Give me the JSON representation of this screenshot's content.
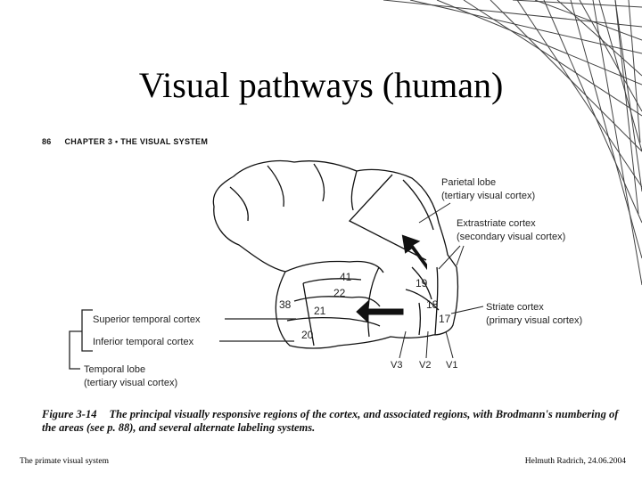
{
  "slide": {
    "title": "Visual pathways (human)",
    "book_header": {
      "page_number": "86",
      "chapter": "CHAPTER 3 • THE VISUAL SYSTEM"
    },
    "caption": {
      "figure_number": "Figure 3-14",
      "text": "The principal visually responsive regions of the cortex, and associated regions, with Brodmann's numbering of the areas (see p. 88), and several alternate labeling systems."
    },
    "footer": {
      "left": "The primate visual system",
      "right": "Helmuth Radrich, 24.06.2004"
    }
  },
  "diagram": {
    "labels": {
      "parietal_lobe": "Parietal lobe",
      "parietal_sub": "(tertiary visual cortex)",
      "extrastriate": "Extrastriate cortex",
      "extrastriate_sub": "(secondary visual cortex)",
      "striate": "Striate cortex",
      "striate_sub": "(primary visual cortex)",
      "superior_temporal": "Superior temporal cortex",
      "inferior_temporal": "Inferior temporal cortex",
      "temporal_lobe": "Temporal lobe",
      "temporal_lobe_sub": "(tertiary visual cortex)"
    },
    "areas": {
      "a41": "41",
      "a22": "22",
      "a38": "38",
      "a21": "21",
      "a20": "20",
      "a19": "19",
      "a18": "18",
      "a17": "17"
    },
    "visual_areas": {
      "v3": "V3",
      "v2": "V2",
      "v1": "V1"
    }
  }
}
